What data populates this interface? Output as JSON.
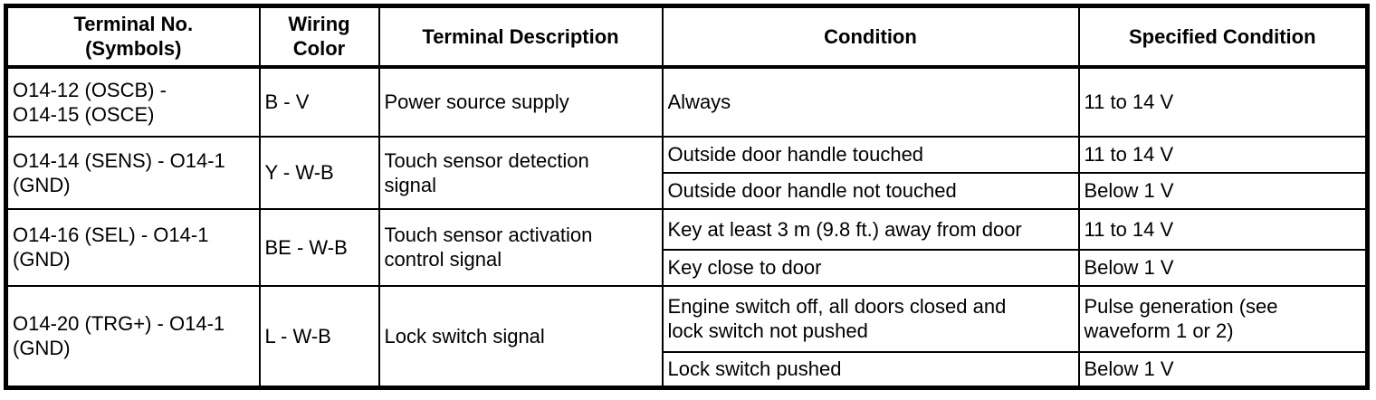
{
  "table": {
    "headers": {
      "terminal": "Terminal No.\n(Symbols)",
      "wiring": "Wiring\nColor",
      "description": "Terminal Description",
      "condition": "Condition",
      "specified": "Specified Condition"
    },
    "rows": [
      {
        "terminal": "O14-12 (OSCB) -\nO14-15 (OSCE)",
        "wiring": "B - V",
        "description": "Power source supply",
        "conditions": [
          {
            "condition": "Always",
            "specified": "11 to 14 V"
          }
        ]
      },
      {
        "terminal": "O14-14 (SENS) - O14-1\n(GND)",
        "wiring": "Y - W-B",
        "description": "Touch sensor detection\nsignal",
        "conditions": [
          {
            "condition": "Outside door handle touched",
            "specified": "11 to 14 V"
          },
          {
            "condition": "Outside door handle not touched",
            "specified": "Below 1 V"
          }
        ]
      },
      {
        "terminal": "O14-16 (SEL) - O14-1\n(GND)",
        "wiring": "BE - W-B",
        "description": "Touch sensor activation\ncontrol signal",
        "conditions": [
          {
            "condition": "Key at least 3 m (9.8 ft.) away from door",
            "specified": "11 to 14 V"
          },
          {
            "condition": "Key close to door",
            "specified": "Below 1 V"
          }
        ]
      },
      {
        "terminal": "O14-20 (TRG+) - O14-1\n(GND)",
        "wiring": "L - W-B",
        "description": "Lock switch signal",
        "conditions": [
          {
            "condition": "Engine switch off, all doors closed and\nlock switch not pushed",
            "specified": "Pulse generation (see\nwaveform 1 or 2)"
          },
          {
            "condition": "Lock switch pushed",
            "specified": "Below 1 V"
          }
        ]
      }
    ],
    "colors": {
      "border": "#000000",
      "background": "#ffffff",
      "text": "#000000"
    }
  }
}
